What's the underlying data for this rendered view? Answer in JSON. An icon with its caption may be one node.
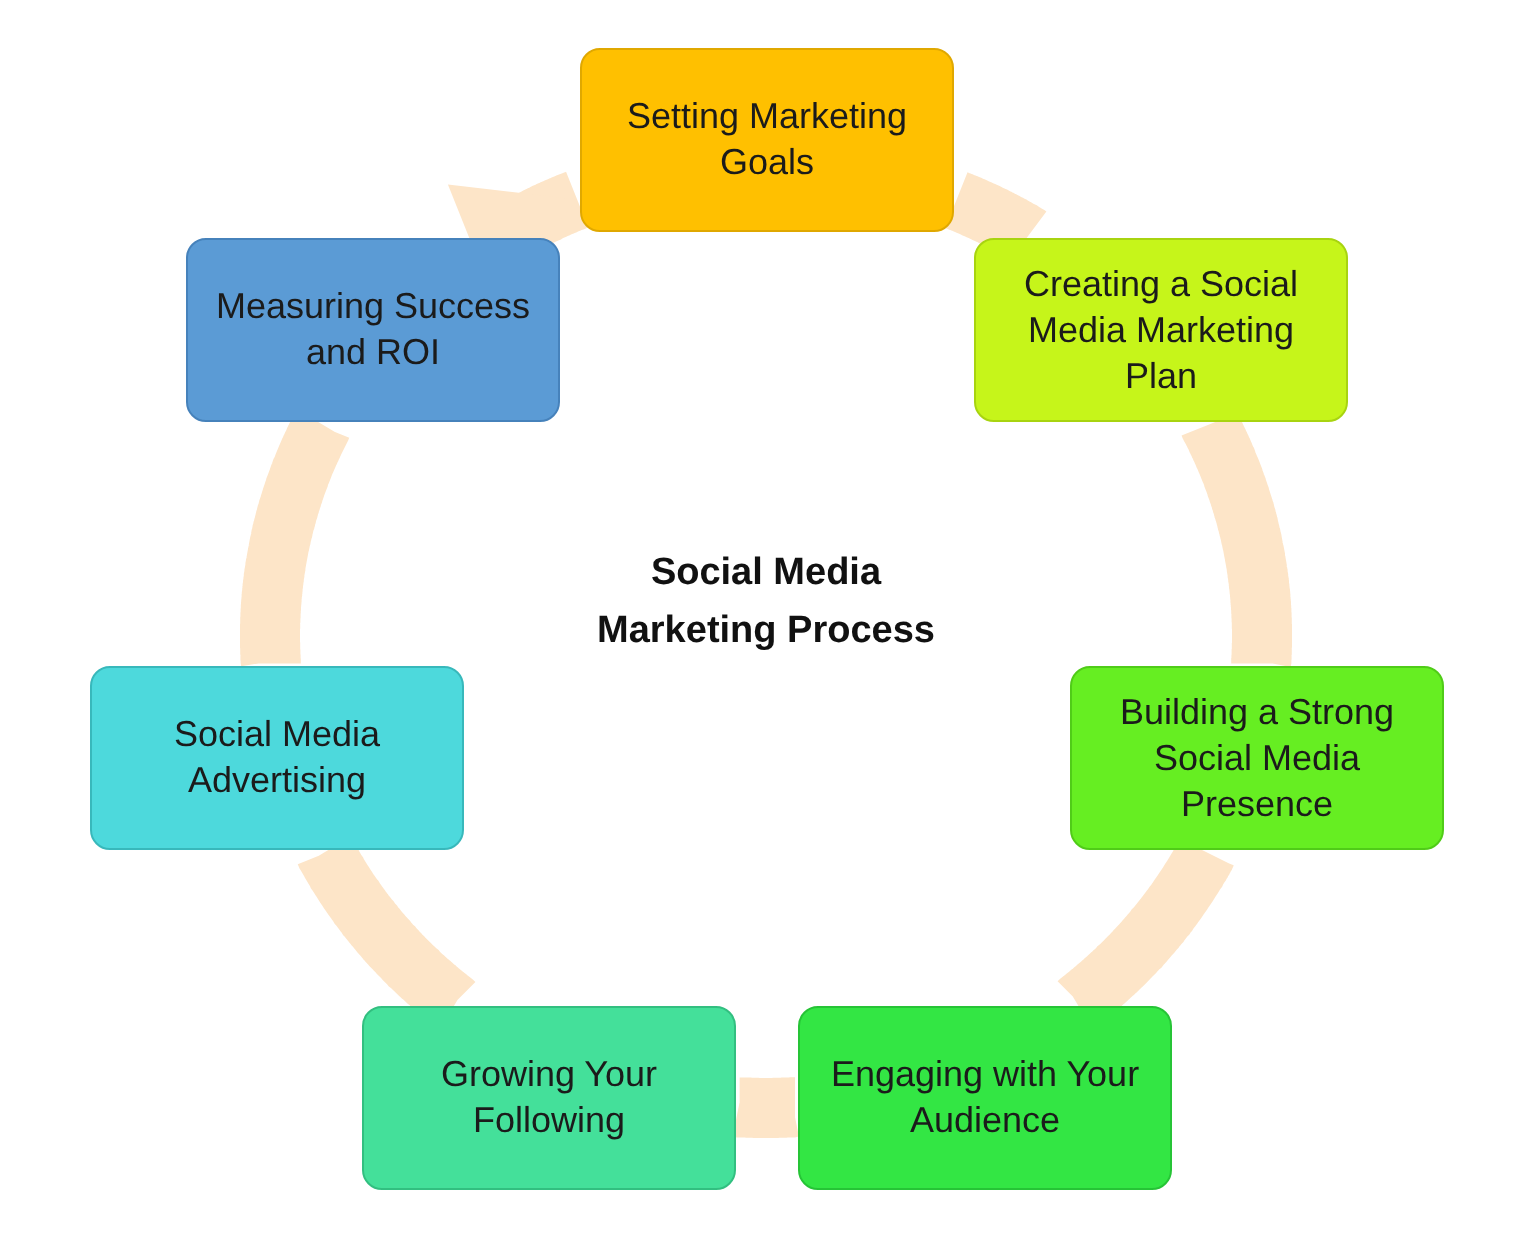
{
  "diagram": {
    "title": "Social Media Marketing Process",
    "nodes": [
      {
        "text": [
          "Setting Marketing Goals"
        ]
      },
      {
        "text": [
          "Creating a Social Media Marketing Plan"
        ]
      },
      {
        "text": [
          "Building a Strong Social Media Presence"
        ]
      },
      {
        "text": [
          "Engaging with Your Audience"
        ]
      },
      {
        "text": [
          "Growing Your Following"
        ]
      },
      {
        "text": [
          "Social Media Advertising"
        ]
      },
      {
        "text": [
          "Measuring Success and ROI"
        ]
      }
    ],
    "edges": [
      {
        "from": 0,
        "to": 1,
        "arrow": "none"
      },
      {
        "from": 1,
        "to": 2,
        "arrow": "none"
      },
      {
        "from": 2,
        "to": 3,
        "arrow": "none"
      },
      {
        "from": 3,
        "to": 4,
        "arrow": "none"
      },
      {
        "from": 4,
        "to": 5,
        "arrow": "none"
      },
      {
        "from": 5,
        "to": 6,
        "arrow": "none"
      },
      {
        "from": 6,
        "to": 0,
        "arrow": "to"
      }
    ]
  }
}
